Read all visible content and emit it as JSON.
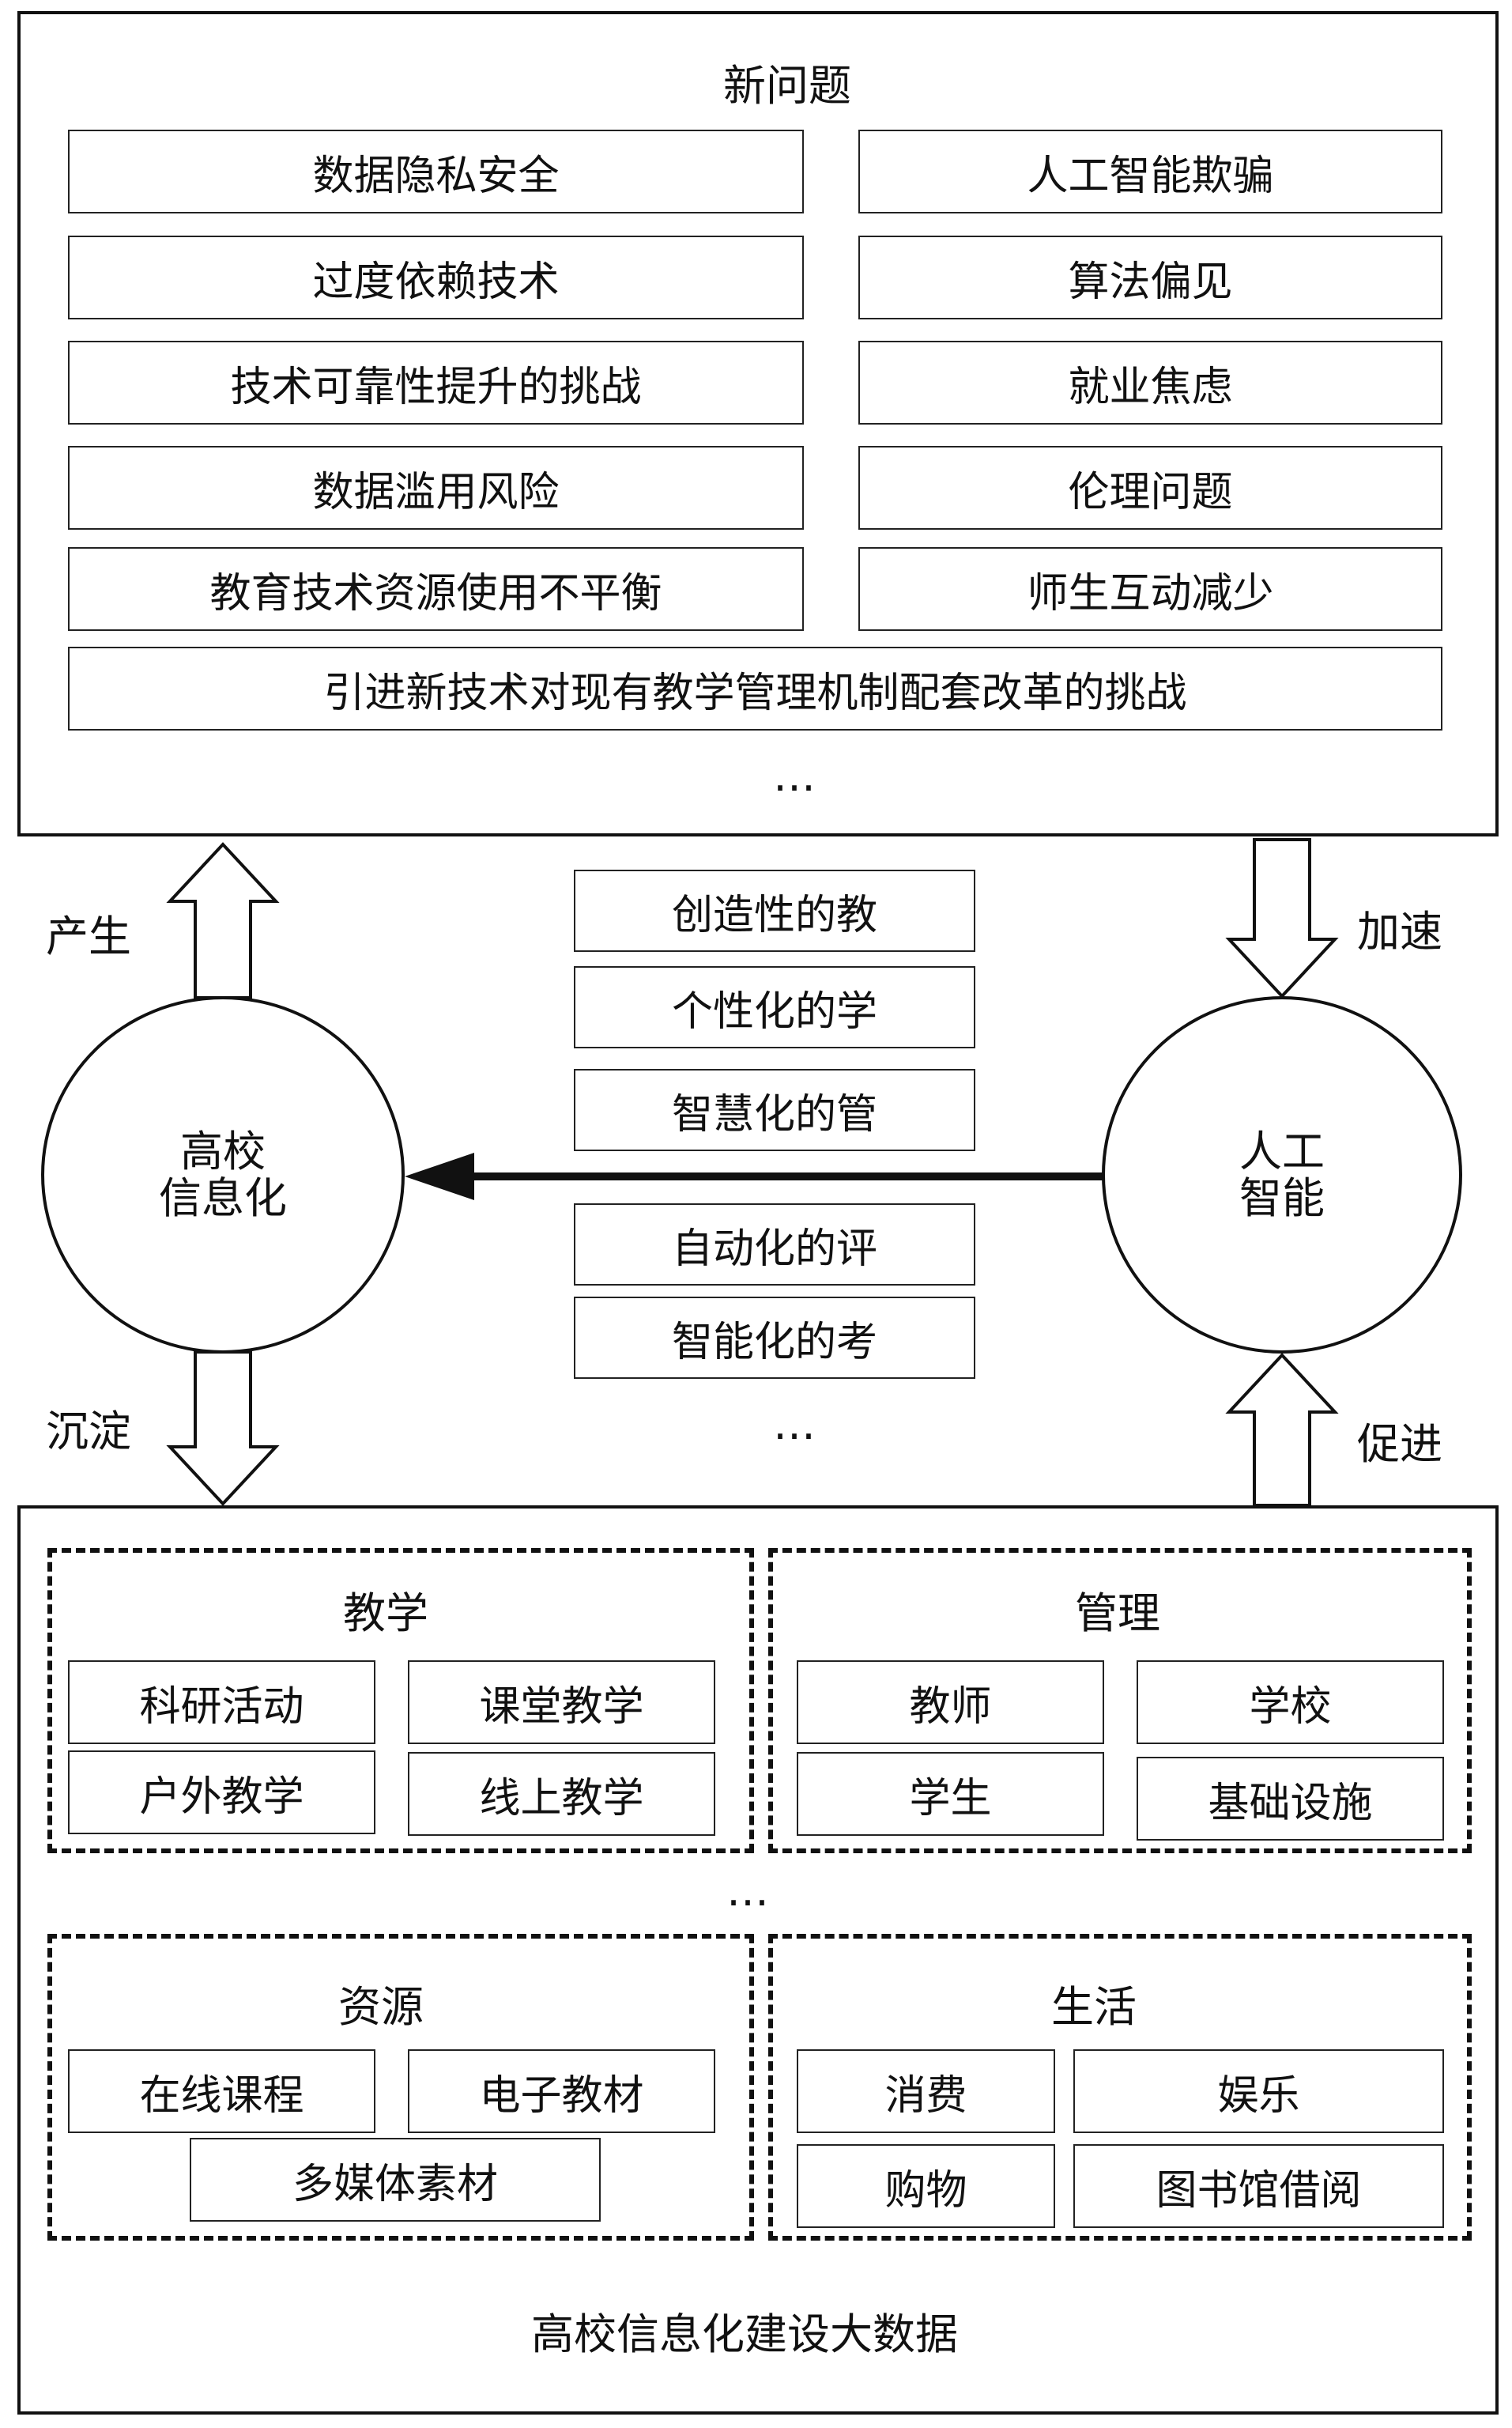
{
  "new_problems": {
    "title": "新问题",
    "left_items": [
      "数据隐私安全",
      "过度依赖技术",
      "技术可靠性提升的挑战",
      "数据滥用风险",
      "教育技术资源使用不平衡"
    ],
    "right_items": [
      "人工智能欺骗",
      "算法偏见",
      "就业焦虑",
      "伦理问题",
      "师生互动减少"
    ],
    "wide_item": "引进新技术对现有教学管理机制配套改革的挑战",
    "ellipsis": "…"
  },
  "arrows": {
    "produce": "产生",
    "accelerate": "加速",
    "settle": "沉淀",
    "promote": "促进"
  },
  "circles": {
    "left": [
      "高校",
      "信息化"
    ],
    "right": [
      "人工",
      "智能"
    ]
  },
  "middle_items": {
    "upper": [
      "创造性的教",
      "个性化的学",
      "智慧化的管"
    ],
    "lower": [
      "自动化的评",
      "智能化的考"
    ],
    "ellipsis": "…"
  },
  "big_data": {
    "teaching": {
      "title": "教学",
      "items": [
        "科研活动",
        "课堂教学",
        "户外教学",
        "线上教学"
      ]
    },
    "management": {
      "title": "管理",
      "items": [
        "教师",
        "学校",
        "学生",
        "基础设施"
      ]
    },
    "middle_ellipsis": "…",
    "resources": {
      "title": "资源",
      "items": [
        "在线课程",
        "电子教材",
        "多媒体素材"
      ]
    },
    "life": {
      "title": "生活",
      "items": [
        "消费",
        "娱乐",
        "购物",
        "图书馆借阅"
      ]
    },
    "footer": "高校信息化建设大数据"
  },
  "colors": {
    "line": "#111111",
    "background": "#ffffff"
  }
}
